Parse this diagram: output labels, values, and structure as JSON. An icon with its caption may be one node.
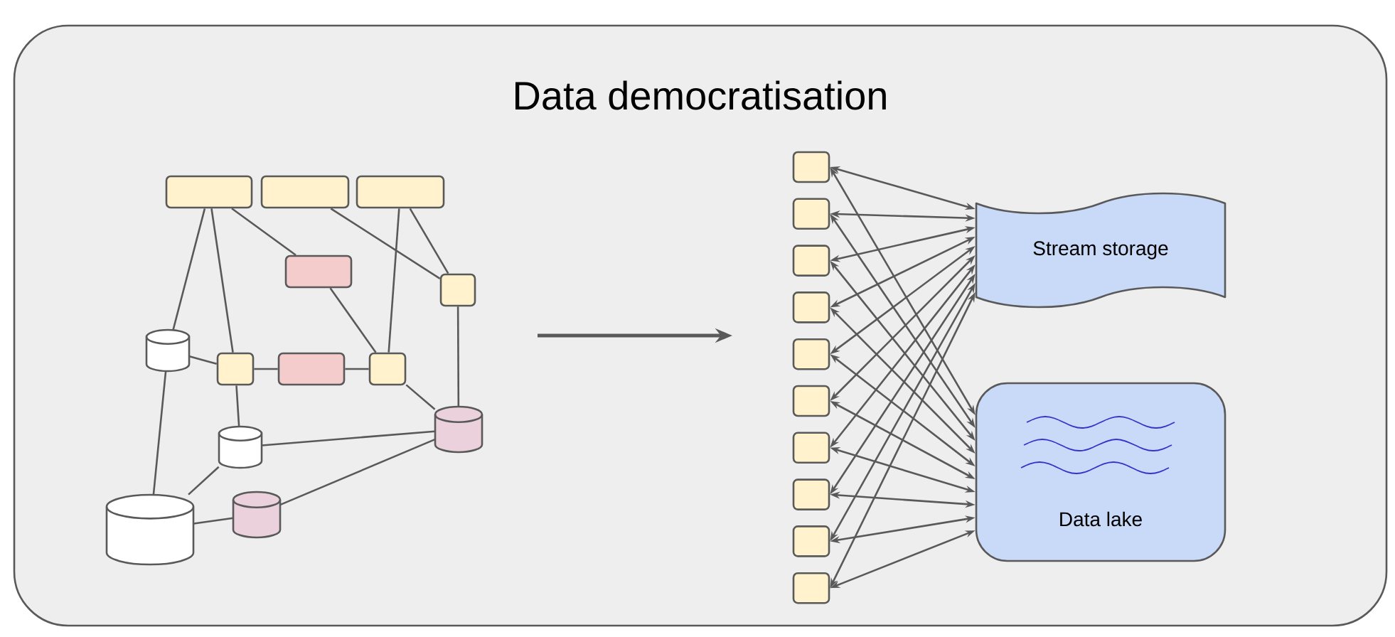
{
  "diagram": {
    "nodes": [
      {
        "text": [
          "Data democratisation"
        ]
      },
      {
        "text": [],
        "shape": "box",
        "in": 0
      },
      {
        "text": [],
        "shape": "box",
        "in": 0
      },
      {
        "text": [],
        "shape": "box",
        "in": 0
      },
      {
        "text": [],
        "shape": "box",
        "in": 0
      },
      {
        "text": [],
        "shape": "box",
        "in": 0
      },
      {
        "text": [],
        "shape": "cylinder",
        "in": 0
      },
      {
        "text": [],
        "shape": "box",
        "in": 0
      },
      {
        "text": [],
        "shape": "box",
        "in": 0
      },
      {
        "text": [],
        "shape": "box",
        "in": 0
      },
      {
        "text": [],
        "shape": "cylinder",
        "in": 0
      },
      {
        "text": [],
        "shape": "cylinder",
        "in": 0
      },
      {
        "text": [],
        "shape": "cylinder",
        "in": 0
      },
      {
        "text": [],
        "shape": "cylinder",
        "in": 0
      },
      {
        "text": [],
        "shape": "box",
        "in": 0
      },
      {
        "text": [],
        "shape": "box",
        "in": 0
      },
      {
        "text": [],
        "shape": "box",
        "in": 0
      },
      {
        "text": [],
        "shape": "box",
        "in": 0
      },
      {
        "text": [],
        "shape": "box",
        "in": 0
      },
      {
        "text": [],
        "shape": "box",
        "in": 0
      },
      {
        "text": [],
        "shape": "box",
        "in": 0
      },
      {
        "text": [],
        "shape": "box",
        "in": 0
      },
      {
        "text": [],
        "shape": "box",
        "in": 0
      },
      {
        "text": [],
        "shape": "box",
        "in": 0
      },
      {
        "text": [
          "Stream storage"
        ],
        "in": 0
      },
      {
        "text": [
          "Data lake"
        ],
        "in": 0
      }
    ],
    "edges": [
      {
        "from": 1,
        "to": 6,
        "arrow": "none"
      },
      {
        "from": 1,
        "to": 7,
        "arrow": "none"
      },
      {
        "from": 1,
        "to": 4,
        "arrow": "none"
      },
      {
        "from": 2,
        "to": 5,
        "arrow": "none"
      },
      {
        "from": 3,
        "to": 5,
        "arrow": "none"
      },
      {
        "from": 3,
        "to": 9,
        "arrow": "none"
      },
      {
        "from": 4,
        "to": 9,
        "arrow": "none"
      },
      {
        "from": 5,
        "to": 10,
        "arrow": "none"
      },
      {
        "from": 6,
        "to": 7,
        "arrow": "none"
      },
      {
        "from": 7,
        "to": 8,
        "arrow": "none"
      },
      {
        "from": 8,
        "to": 9,
        "arrow": "none"
      },
      {
        "from": 7,
        "to": 11,
        "arrow": "none"
      },
      {
        "from": 9,
        "to": 10,
        "arrow": "none"
      },
      {
        "from": 6,
        "to": 12,
        "arrow": "none"
      },
      {
        "from": 11,
        "to": 12,
        "arrow": "none"
      },
      {
        "from": 11,
        "to": 10,
        "arrow": "none"
      },
      {
        "from": 12,
        "to": 13,
        "arrow": "none"
      },
      {
        "from": 13,
        "to": 10,
        "arrow": "none"
      },
      {
        "from": 14,
        "to": 24,
        "arrow": "both"
      },
      {
        "from": 15,
        "to": 24,
        "arrow": "both"
      },
      {
        "from": 16,
        "to": 24,
        "arrow": "both"
      },
      {
        "from": 17,
        "to": 24,
        "arrow": "both"
      },
      {
        "from": 18,
        "to": 24,
        "arrow": "both"
      },
      {
        "from": 19,
        "to": 24,
        "arrow": "both"
      },
      {
        "from": 20,
        "to": 24,
        "arrow": "both"
      },
      {
        "from": 21,
        "to": 24,
        "arrow": "both"
      },
      {
        "from": 22,
        "to": 24,
        "arrow": "both"
      },
      {
        "from": 23,
        "to": 24,
        "arrow": "both"
      },
      {
        "from": 14,
        "to": 25,
        "arrow": "both"
      },
      {
        "from": 15,
        "to": 25,
        "arrow": "both"
      },
      {
        "from": 16,
        "to": 25,
        "arrow": "both"
      },
      {
        "from": 17,
        "to": 25,
        "arrow": "both"
      },
      {
        "from": 18,
        "to": 25,
        "arrow": "both"
      },
      {
        "from": 19,
        "to": 25,
        "arrow": "both"
      },
      {
        "from": 20,
        "to": 25,
        "arrow": "both"
      },
      {
        "from": 21,
        "to": 25,
        "arrow": "both"
      },
      {
        "from": 22,
        "to": 25,
        "arrow": "both"
      },
      {
        "from": 23,
        "to": 25,
        "arrow": "both"
      }
    ]
  }
}
